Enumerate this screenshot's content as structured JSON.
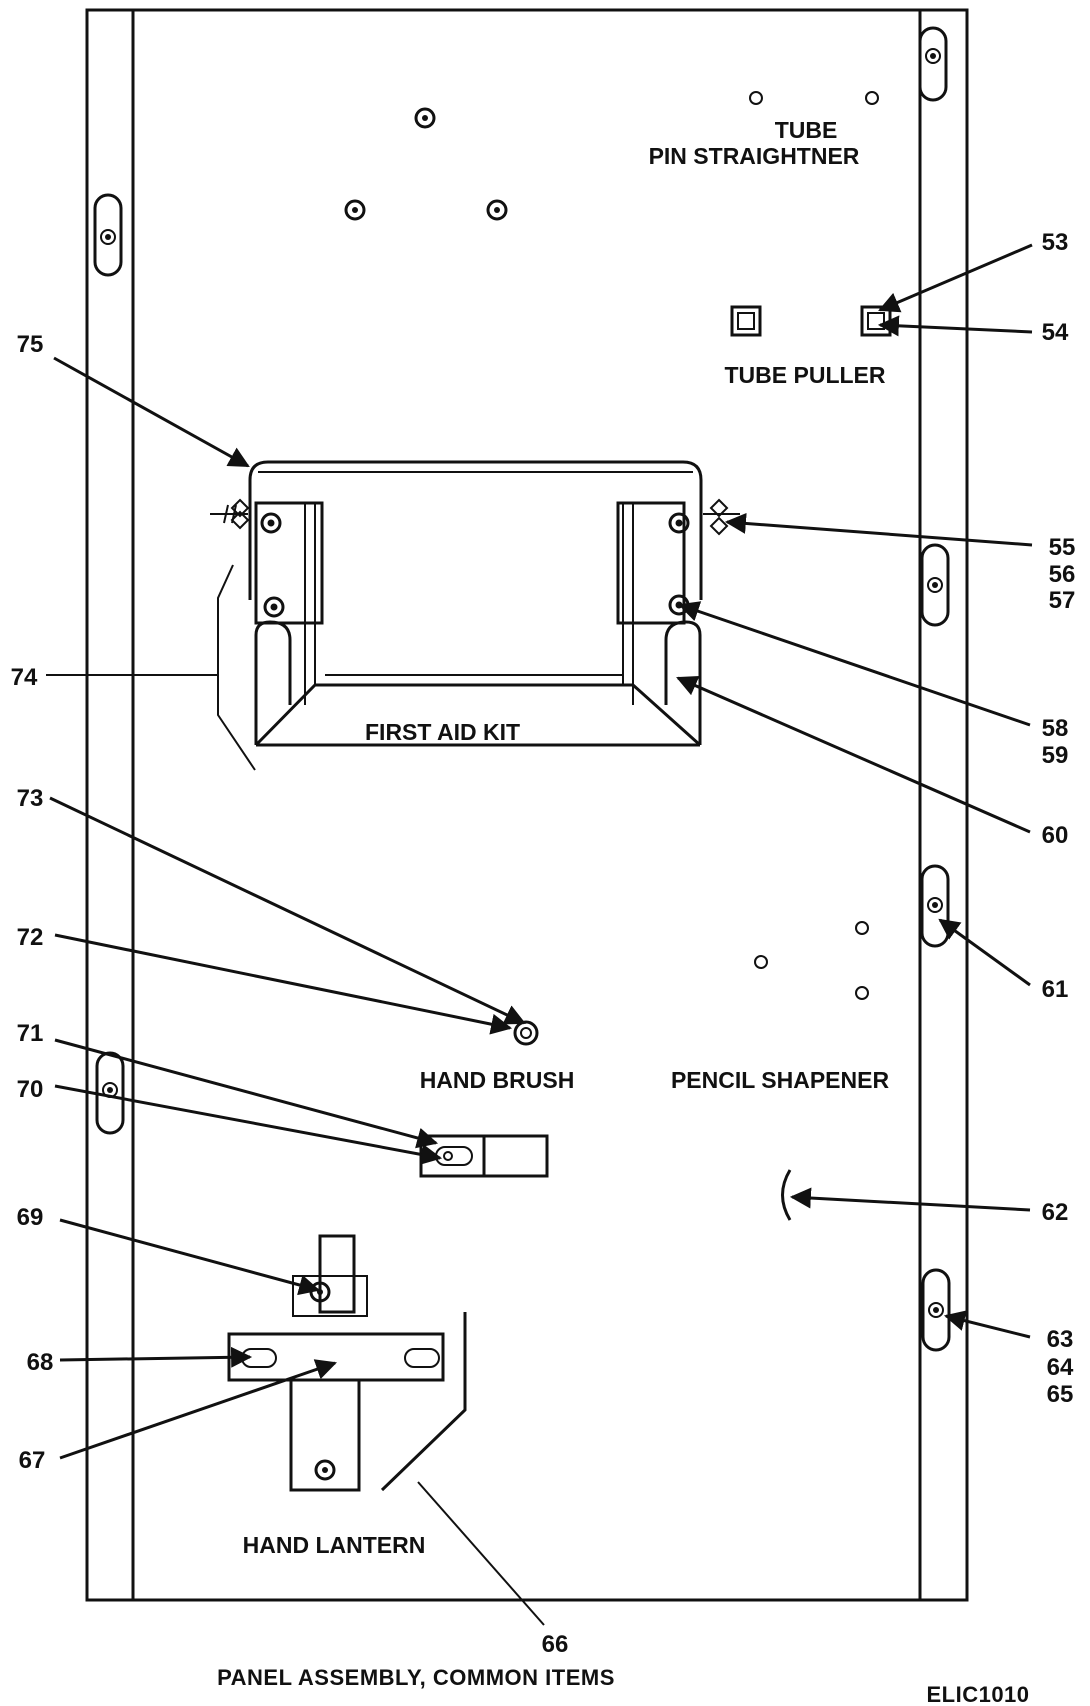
{
  "diagram": {
    "labels": {
      "tube": "TUBE",
      "pin_straightner": "PIN STRAIGHTNER",
      "tube_puller": "TUBE PULLER",
      "first_aid_kit": "FIRST AID KIT",
      "hand_brush": "HAND BRUSH",
      "pencil_shapener": "PENCIL SHAPENER",
      "hand_lantern": "HAND LANTERN"
    },
    "callouts": {
      "n53": "53",
      "n54": "54",
      "n55": "55",
      "n56": "56",
      "n57": "57",
      "n58": "58",
      "n59": "59",
      "n60": "60",
      "n61": "61",
      "n62": "62",
      "n63": "63",
      "n64": "64",
      "n65": "65",
      "n66": "66",
      "n67": "67",
      "n68": "68",
      "n69": "69",
      "n70": "70",
      "n71": "71",
      "n72": "72",
      "n73": "73",
      "n74": "74",
      "n75": "75"
    },
    "caption": "PANEL ASSEMBLY, COMMON ITEMS",
    "figure_id": "ELIC1010"
  }
}
